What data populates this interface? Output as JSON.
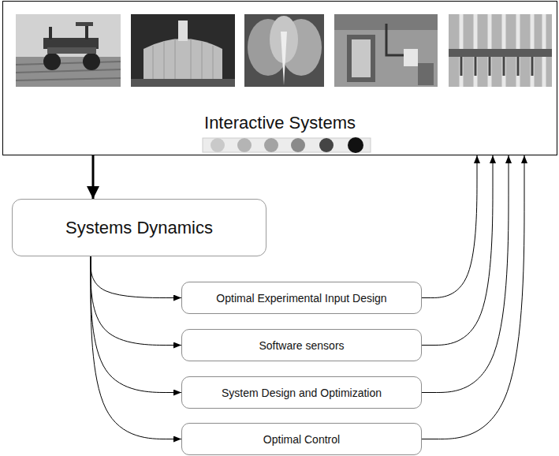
{
  "diagram": {
    "nodes": [
      {
        "text": [
          "Interactive Systems"
        ]
      },
      {
        "text": [
          "Systems Dynamics"
        ]
      },
      {
        "text": [
          "Optimal Experimental Input Design"
        ]
      },
      {
        "text": [
          "Software sensors"
        ]
      },
      {
        "text": [
          "System Design and Optimization"
        ]
      },
      {
        "text": [
          "Optimal Control"
        ]
      }
    ],
    "edges": [
      {
        "from": 0,
        "to": 1,
        "arrow": "to"
      },
      {
        "from": 1,
        "to": 2,
        "arrow": "to"
      },
      {
        "from": 1,
        "to": 3,
        "arrow": "to"
      },
      {
        "from": 1,
        "to": 4,
        "arrow": "to"
      },
      {
        "from": 1,
        "to": 5,
        "arrow": "to"
      },
      {
        "from": 2,
        "to": 0,
        "arrow": "to"
      },
      {
        "from": 3,
        "to": 0,
        "arrow": "to"
      },
      {
        "from": 4,
        "to": 0,
        "arrow": "to"
      },
      {
        "from": 5,
        "to": 0,
        "arrow": "to"
      }
    ]
  }
}
